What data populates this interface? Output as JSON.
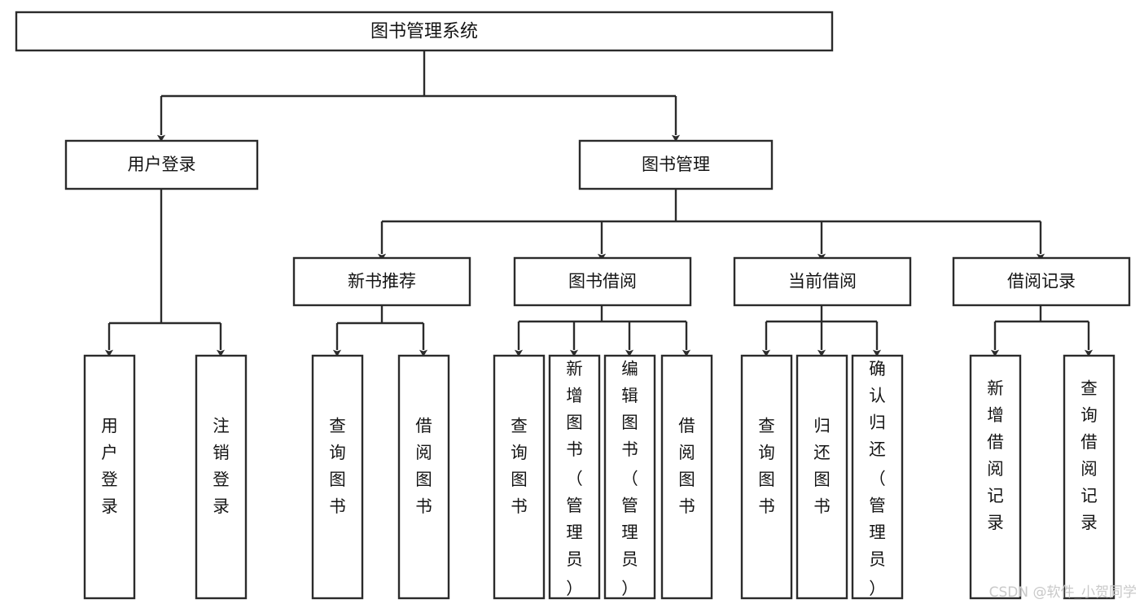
{
  "diagram": {
    "type": "tree-hierarchy",
    "title": "图书管理系统",
    "orientation": "top-down",
    "colors": {
      "box_fill": "#ffffff",
      "box_stroke": "#2b2b2b",
      "text": "#141414",
      "background": "#ffffff",
      "watermark": "#c9c9c9"
    },
    "levels": 4
  },
  "root": {
    "label": "图书管理系统"
  },
  "level2": [
    {
      "label": "用户登录"
    },
    {
      "label": "图书管理"
    }
  ],
  "level3": [
    {
      "label": "新书推荐"
    },
    {
      "label": "图书借阅"
    },
    {
      "label": "当前借阅"
    },
    {
      "label": "借阅记录"
    }
  ],
  "leaves": {
    "user_login": [
      {
        "label": "用户登录"
      },
      {
        "label": "注销登录"
      }
    ],
    "new_book": [
      {
        "label": "查询图书"
      },
      {
        "label": "借阅图书"
      }
    ],
    "book_borrow": [
      {
        "label": "查询图书"
      },
      {
        "label": "新增图书（管理员）"
      },
      {
        "label": "编辑图书（管理员）"
      },
      {
        "label": "借阅图书"
      }
    ],
    "current_borrow": [
      {
        "label": "查询图书"
      },
      {
        "label": "归还图书"
      },
      {
        "label": "确认归还（管理员）"
      }
    ],
    "borrow_record": [
      {
        "label": "新增借阅记录"
      },
      {
        "label": "查询借阅记录"
      }
    ]
  },
  "watermark": {
    "text": "CSDN @软件_小贺同学"
  }
}
